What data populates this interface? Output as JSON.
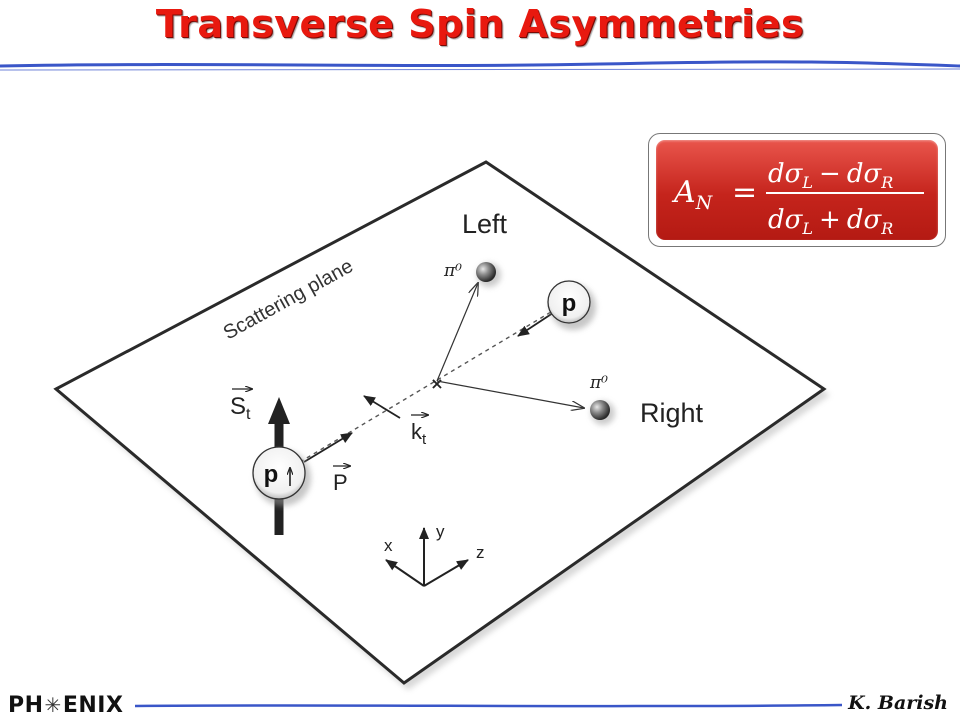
{
  "title": "Transverse Spin Asymmetries",
  "colors": {
    "title": "#e8190f",
    "rule": "#3a56c8",
    "formula_bg": "#d2332b"
  },
  "diagram": {
    "plane_label": "Scattering plane",
    "left_label": "Left",
    "right_label": "Right",
    "pion_left": "π⁰",
    "pion_right": "π⁰",
    "proton_top": "p",
    "proton_spin": "p",
    "spin_vector": "S",
    "spin_sub": "t",
    "momentum_vector": "P",
    "kt_vector": "k",
    "kt_sub": "t",
    "axis_x": "x",
    "axis_y": "y",
    "axis_z": "z"
  },
  "formula": {
    "lhs": "A",
    "lhs_sub": "N",
    "equals": "=",
    "numerator": "dσL − dσR",
    "denominator": "dσL + dσR",
    "num_a": "dσ",
    "num_a_sub": "L",
    "num_op": "−",
    "num_b": "dσ",
    "num_b_sub": "R",
    "den_a": "dσ",
    "den_a_sub": "L",
    "den_op": "+",
    "den_b": "dσ",
    "den_b_sub": "R"
  },
  "footer": {
    "logo_left": "PH",
    "logo_star": "✳",
    "logo_right": "ENIX",
    "author": "K. Barish"
  }
}
